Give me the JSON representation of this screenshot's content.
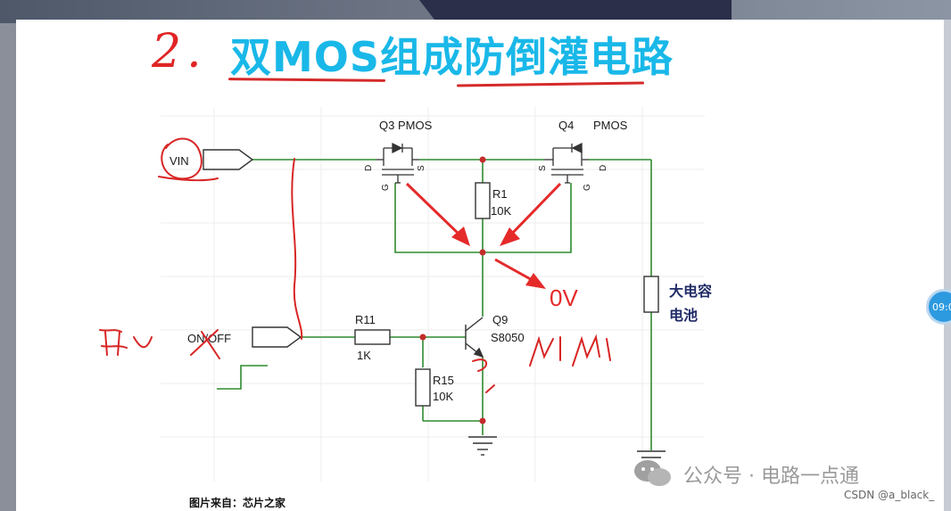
{
  "title": {
    "number": "2.",
    "text": "双MOS组成防倒灌电路"
  },
  "schematic": {
    "vin_label": "VIN",
    "on_off_label": "ON/OFF",
    "q3_label": "Q3 PMOS",
    "q4_label": "Q4",
    "q4_type": "PMOS",
    "pin_d": "D",
    "pin_s": "S",
    "pin_g": "G",
    "r1_name": "R1",
    "r1_value": "10K",
    "r11_name": "R11",
    "r11_value": "1K",
    "r15_name": "R15",
    "r15_value": "10K",
    "q9_name": "Q9",
    "q9_part": "S8050",
    "capacitor_line1": "大电容",
    "capacitor_line2": "电池"
  },
  "annotations": {
    "zero_volt": "0V",
    "colors": {
      "ink": "#e02525",
      "wire": "#2e8b2e",
      "title": "#19b8e8"
    }
  },
  "footer": {
    "source": "图片来自：芯片之家",
    "watermark": "公众号 · 电路一点通",
    "csdn": "CSDN @a_black_"
  },
  "side_badge": "09:0"
}
